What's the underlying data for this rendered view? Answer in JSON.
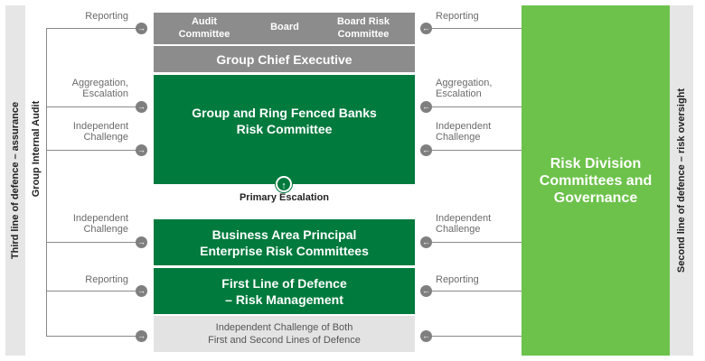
{
  "sidebars": {
    "left": "Third line of defence – assurance",
    "right": "Second line of defence – risk oversight",
    "group_internal_audit": "Group Internal Audit"
  },
  "top_row": {
    "audit_committee": "Audit\nCommittee",
    "board": "Board",
    "board_risk_committee": "Board Risk\nCommittee"
  },
  "center_boxes": {
    "group_chief_executive": "Group Chief Executive",
    "group_ring_fenced": "Group and Ring Fenced Banks\nRisk Committee",
    "primary_escalation": "Primary Escalation",
    "business_area": "Business Area Principal\nEnterprise Risk Committees",
    "first_line": "First Line of Defence\n– Risk Management",
    "independent_challenge_both": "Independent Challenge of Both\nFirst and Second Lines of Defence"
  },
  "risk_division": "Risk Division\nCommittees and\nGovernance",
  "left_labels": {
    "reporting_top": "Reporting",
    "aggregation": "Aggregation,\nEscalation",
    "independent_challenge_1": "Independent\nChallenge",
    "independent_challenge_2": "Independent\nChallenge",
    "reporting_bottom": "Reporting"
  },
  "right_labels": {
    "reporting_top": "Reporting",
    "aggregation": "Aggregation,\nEscalation",
    "independent_challenge_1": "Independent\nChallenge",
    "independent_challenge_2": "Independent\nChallenge",
    "reporting_bottom": "Reporting"
  },
  "icons": {
    "right_arrow": "→",
    "left_arrow": "←",
    "up_arrow": "↑"
  },
  "colors": {
    "dark_green": "#007a3d",
    "light_green": "#6cc24a",
    "gray": "#8c8c8c",
    "light_gray": "#e3e3e3",
    "sidebar_gray": "#e6e6e6"
  }
}
